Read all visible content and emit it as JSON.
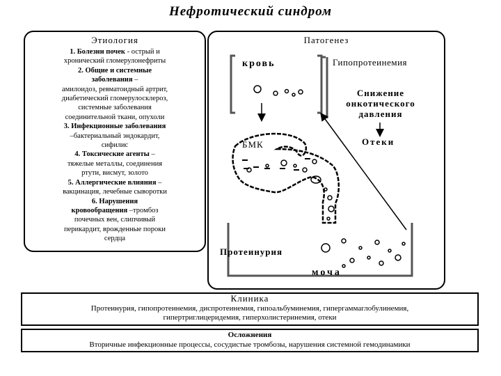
{
  "title": "Нефротический синдром",
  "etiology": {
    "heading": "Этиология",
    "lines": [
      {
        "parts": [
          {
            "t": "1. Болезни почек",
            "b": true
          },
          {
            "t": " - острый и",
            "b": false
          }
        ]
      },
      {
        "parts": [
          {
            "t": "хронический гломерулонефриты",
            "b": false
          }
        ]
      },
      {
        "parts": [
          {
            "t": "2. Общие и системные",
            "b": true
          }
        ]
      },
      {
        "parts": [
          {
            "t": "заболевания",
            "b": true
          },
          {
            "t": " –",
            "b": false
          }
        ]
      },
      {
        "parts": [
          {
            "t": "амилоидоз, ревматоидный артрит,",
            "b": false
          }
        ]
      },
      {
        "parts": [
          {
            "t": "диабетический гломерулосклероз,",
            "b": false
          }
        ]
      },
      {
        "parts": [
          {
            "t": "системные заболевания",
            "b": false
          }
        ]
      },
      {
        "parts": [
          {
            "t": "соединительной ткани, опухоли",
            "b": false
          }
        ]
      },
      {
        "parts": [
          {
            "t": "3. Инфекционные заболевания",
            "b": true
          }
        ]
      },
      {
        "parts": [
          {
            "t": "–бактериальный эндокардит,",
            "b": false
          }
        ]
      },
      {
        "parts": [
          {
            "t": "сифилис",
            "b": false
          }
        ]
      },
      {
        "parts": [
          {
            "t": "4. Токсические агенты",
            "b": true
          },
          {
            "t": " –",
            "b": false
          }
        ]
      },
      {
        "parts": [
          {
            "t": "тяжелые металлы, соединения",
            "b": false
          }
        ]
      },
      {
        "parts": [
          {
            "t": "ртути, висмут, золото",
            "b": false
          }
        ]
      },
      {
        "parts": [
          {
            "t": "5. Аллергические влияния",
            "b": true
          },
          {
            "t": " –",
            "b": false
          }
        ]
      },
      {
        "parts": [
          {
            "t": "вакцинация, лечебные сыворотки",
            "b": false
          }
        ]
      },
      {
        "parts": [
          {
            "t": "6. Нарушения",
            "b": true
          }
        ]
      },
      {
        "parts": [
          {
            "t": "кровообращения",
            "b": true
          },
          {
            "t": " –тромбоз",
            "b": false
          }
        ]
      },
      {
        "parts": [
          {
            "t": "почечных вен, слипчивый",
            "b": false
          }
        ]
      },
      {
        "parts": [
          {
            "t": "перикардит, врожденные пороки",
            "b": false
          }
        ]
      },
      {
        "parts": [
          {
            "t": "сердца",
            "b": false
          }
        ]
      }
    ]
  },
  "pathogenesis": {
    "heading": "Патогенез",
    "blood": "кровь",
    "hypoproteinemia": "Гипопротеинемия",
    "oncotic": [
      "Снижение",
      "онкотического",
      "давления"
    ],
    "edema": "Отеки",
    "bmk": "БМК",
    "proteinuria": "Протеинурия",
    "urine": "моча"
  },
  "clinic": {
    "heading": "Клиника",
    "text_line1": "Протеинурия, гипопротеинемия, диспротеинемия, гипоальбуминемия, гипергаммаглобулинемия,",
    "text_line2": "гипертриглицеридемия, гиперхолистеринемия, отеки"
  },
  "complications": {
    "heading": "Осложнения",
    "text": "Вторичные инфекционные процессы, сосудистые тромбозы, нарушения системной гемодинамики"
  }
}
